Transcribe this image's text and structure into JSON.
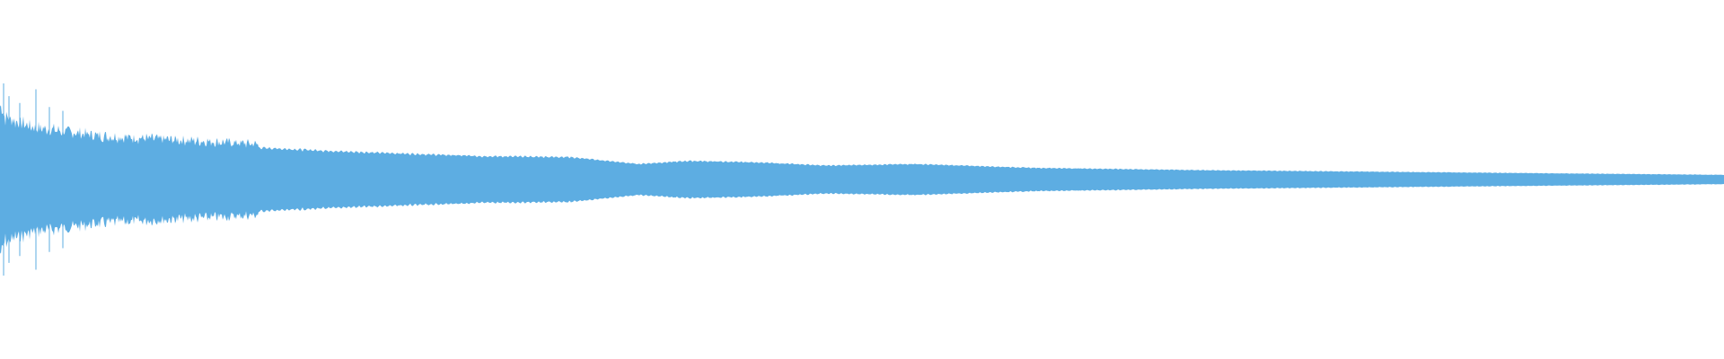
{
  "waveform": {
    "color": "#5dade2",
    "background": "#ffffff",
    "envelope": [
      {
        "t": 0.0,
        "a": 0.88
      },
      {
        "t": 0.003,
        "a": 0.72
      },
      {
        "t": 0.02,
        "a": 0.6
      },
      {
        "t": 0.06,
        "a": 0.5
      },
      {
        "t": 0.12,
        "a": 0.44
      },
      {
        "t": 0.2,
        "a": 0.36
      },
      {
        "t": 0.28,
        "a": 0.3
      },
      {
        "t": 0.33,
        "a": 0.29
      },
      {
        "t": 0.37,
        "a": 0.2
      },
      {
        "t": 0.4,
        "a": 0.24
      },
      {
        "t": 0.44,
        "a": 0.22
      },
      {
        "t": 0.48,
        "a": 0.18
      },
      {
        "t": 0.53,
        "a": 0.2
      },
      {
        "t": 0.6,
        "a": 0.15
      },
      {
        "t": 0.7,
        "a": 0.12
      },
      {
        "t": 0.8,
        "a": 0.1
      },
      {
        "t": 0.9,
        "a": 0.08
      },
      {
        "t": 1.0,
        "a": 0.06
      }
    ]
  }
}
